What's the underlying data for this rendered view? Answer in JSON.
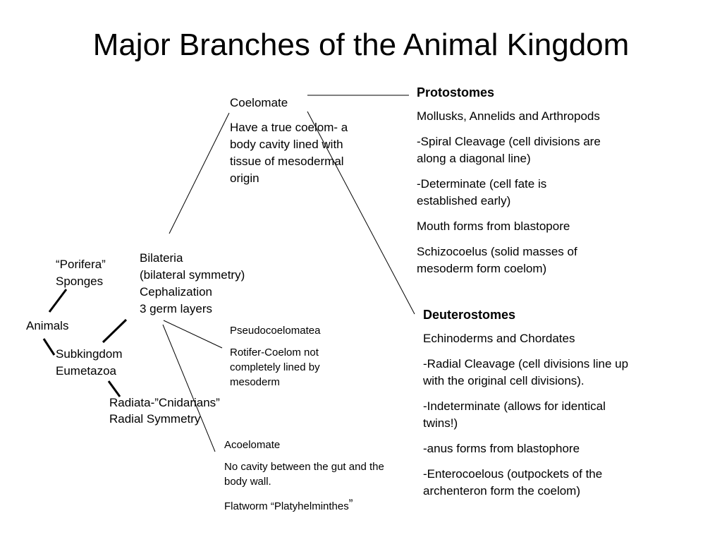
{
  "title": "Major Branches of the Animal Kingdom",
  "animals": "Animals",
  "porifera": {
    "name": "“Porifera”",
    "common": "Sponges"
  },
  "eumetazoa": {
    "line1": "Subkingdom",
    "line2": "Eumetazoa"
  },
  "radiata": {
    "name": "Radiata-”Cnidarians”",
    "symmetry": "Radial Symmetry"
  },
  "bilateria": {
    "name": "Bilateria",
    "symmetry": "(bilateral symmetry)",
    "cephalization": "Cephalization",
    "layers": "3 germ layers"
  },
  "coelomate": {
    "name": "Coelomate",
    "desc_lines": [
      "Have a true coelom- a",
      "body cavity lined with",
      "tissue of  mesodermal",
      "origin"
    ]
  },
  "pseudocoelomate": {
    "name": "Pseudocoelomatea",
    "desc_lines": [
      "Rotifer-Coelom not",
      "completely lined by",
      "mesoderm"
    ]
  },
  "acoelomate": {
    "name": "Acoelomate",
    "desc_lines": [
      "No cavity between the gut and the",
      "body wall."
    ],
    "example": "Flatworm “Platyhelminthes",
    "example_close": "”"
  },
  "protostomes": {
    "heading": "Protostomes",
    "points": [
      [
        "Mollusks, Annelids and Arthropods"
      ],
      [
        "-Spiral Cleavage (cell divisions are",
        "along a diagonal line)"
      ],
      [
        "-Determinate (cell fate is",
        "established early)"
      ],
      [
        "Mouth forms from blastopore"
      ],
      [
        "Schizocoelus (solid masses of",
        "mesoderm form coelom)"
      ]
    ]
  },
  "deuterostomes": {
    "heading": "Deuterostomes",
    "points": [
      [
        "Echinoderms and Chordates"
      ],
      [
        "-Radial Cleavage (cell divisions line up",
        "with the original cell divisions)."
      ],
      [
        "-Indeterminate (allows for identical",
        "twins!)"
      ],
      [
        "-anus forms from blastophore"
      ],
      [
        "-Enterocoelous (outpockets of the",
        "archenteron form the coelom)"
      ]
    ]
  }
}
